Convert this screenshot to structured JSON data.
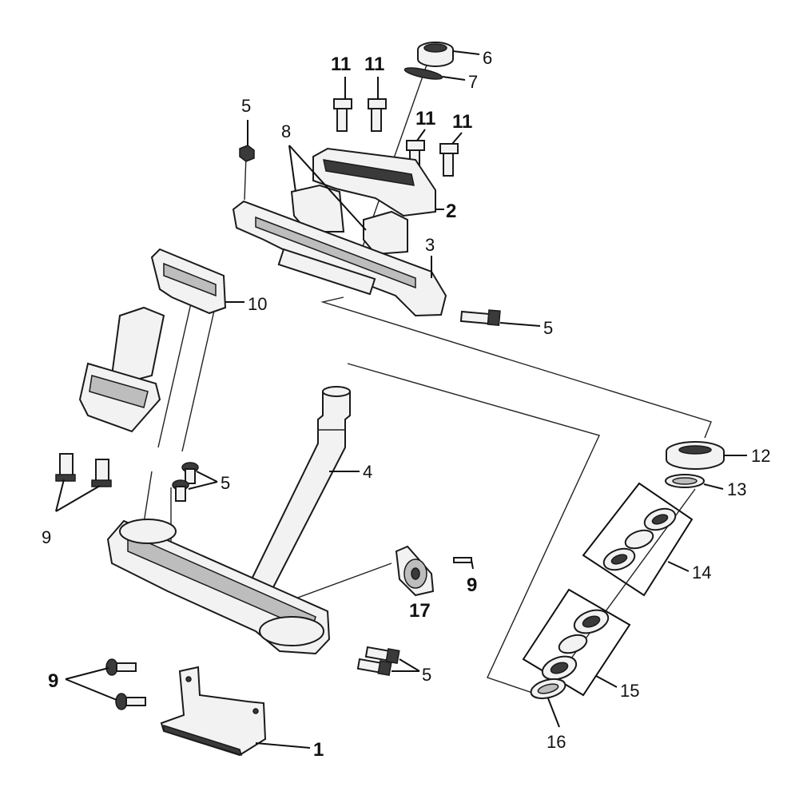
{
  "diagram": {
    "labels": {
      "l1": "1",
      "l2": "2",
      "l3": "3",
      "l4": "4",
      "l5a": "5",
      "l5b": "5",
      "l5c": "5",
      "l5d": "5",
      "l6": "6",
      "l7": "7",
      "l8": "8",
      "l9a": "9",
      "l9b": "9",
      "l9c": "9",
      "l10": "10",
      "l11a": "11",
      "l11b": "11",
      "l11c": "11",
      "l11d": "11",
      "l12": "12",
      "l13": "13",
      "l14": "14",
      "l15": "15",
      "l16": "16",
      "l17": "17"
    }
  }
}
